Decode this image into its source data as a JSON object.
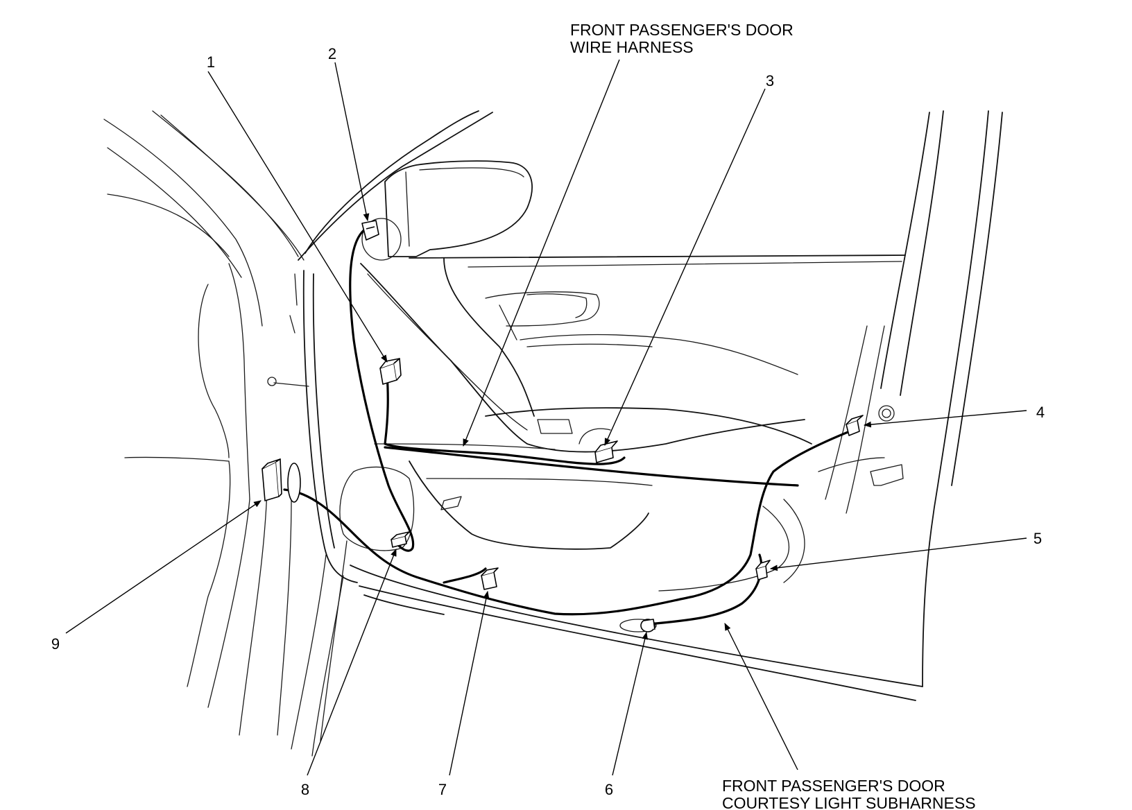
{
  "diagram": {
    "labels": {
      "harness": [
        "FRONT PASSENGER'S DOOR",
        "WIRE HARNESS"
      ],
      "subharness": [
        "FRONT PASSENGER'S DOOR",
        "COURTESY LIGHT SUBHARNESS"
      ]
    },
    "callouts": [
      "1",
      "2",
      "3",
      "4",
      "5",
      "6",
      "7",
      "8",
      "9"
    ]
  }
}
